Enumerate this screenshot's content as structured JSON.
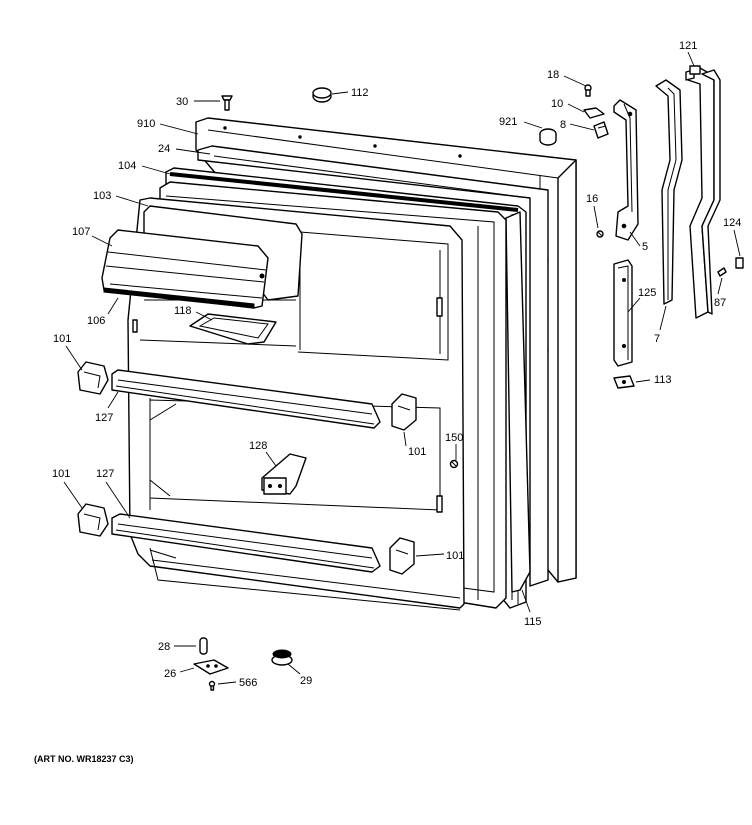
{
  "art_number": "(ART NO. WR18237 C3)",
  "callouts": {
    "c30": "30",
    "c112": "112",
    "c910": "910",
    "c24": "24",
    "c104": "104",
    "c103": "103",
    "c107": "107",
    "c106": "106",
    "c118": "118",
    "c101a": "101",
    "c127a": "127",
    "c101b": "101",
    "c128": "128",
    "c150": "150",
    "c101c": "101",
    "c127b": "127",
    "c101d": "101",
    "c115": "115",
    "c28": "28",
    "c26": "26",
    "c566": "566",
    "c29": "29",
    "c18": "18",
    "c10": "10",
    "c921": "921",
    "c8": "8",
    "c16": "16",
    "c5": "5",
    "c121": "121",
    "c124": "124",
    "c125": "125",
    "c87": "87",
    "c7": "7",
    "c113": "113"
  }
}
